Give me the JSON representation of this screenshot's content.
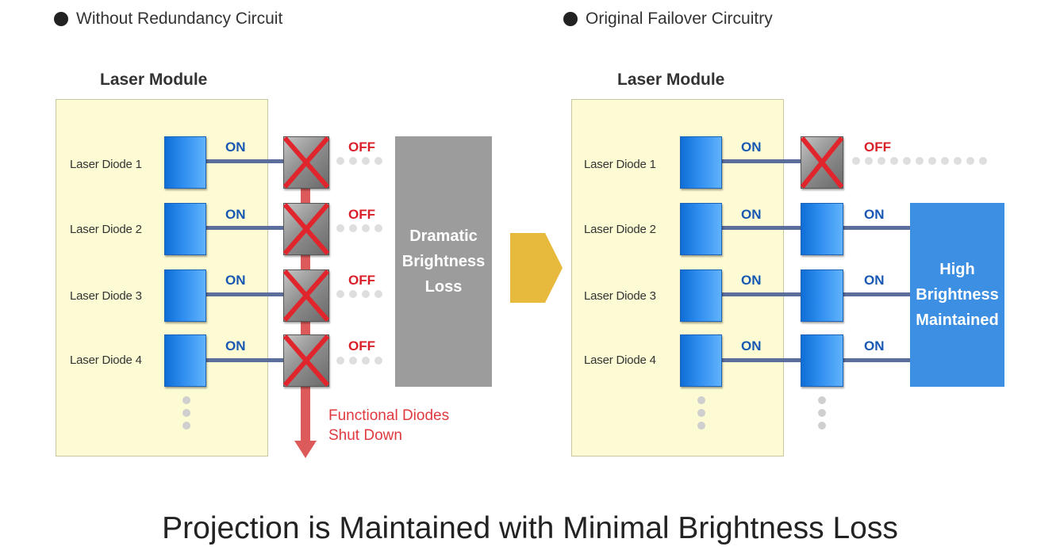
{
  "left": {
    "header": "Without Redundancy Circuit",
    "module_title": "Laser Module",
    "diodes": [
      {
        "label": "Laser Diode 1",
        "state": "ON",
        "output": "OFF"
      },
      {
        "label": "Laser Diode 2",
        "state": "ON",
        "output": "OFF"
      },
      {
        "label": "Laser Diode 3",
        "state": "ON",
        "output": "OFF"
      },
      {
        "label": "Laser Diode 4",
        "state": "ON",
        "output": "OFF"
      }
    ],
    "result": "Dramatic\nBrightness\nLoss",
    "warning": "Functional Diodes\nShut Down"
  },
  "right": {
    "header": "Original Failover Circuitry",
    "module_title": "Laser Module",
    "diodes": [
      {
        "label": "Laser Diode 1",
        "state": "ON",
        "output": "OFF"
      },
      {
        "label": "Laser Diode 2",
        "state": "ON",
        "output": "ON"
      },
      {
        "label": "Laser Diode 3",
        "state": "ON",
        "output": "ON"
      },
      {
        "label": "Laser Diode 4",
        "state": "ON",
        "output": "ON"
      }
    ],
    "result": "High\nBrightness\nMaintained"
  },
  "colors": {
    "module_bg": "#fcfbd3",
    "diode_blue": "#2f8ef0",
    "on_text": "#1858b3",
    "off_text": "#d9202a",
    "loss_box": "#9c9c9c",
    "high_box": "#3d8fe3",
    "arrow": "#e7b93c",
    "shutdown_bar": "#dc5a5a"
  },
  "icons": {
    "failed_switch": "x-mark-icon",
    "transition": "arrow-right-icon"
  },
  "caption": "Projection is Maintained with Minimal Brightness Loss"
}
